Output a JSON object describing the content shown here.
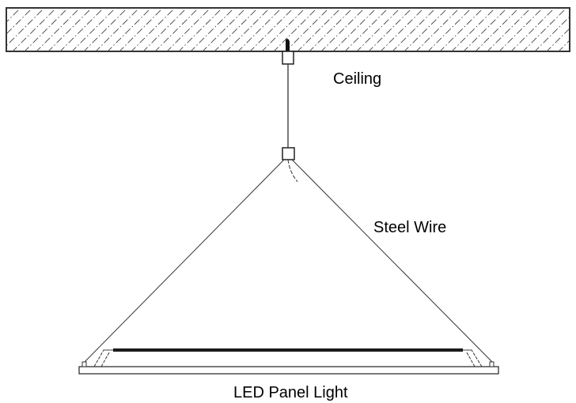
{
  "labels": {
    "ceiling": "Ceiling",
    "steel_wire": "Steel Wire",
    "panel": "LED Panel Light"
  },
  "colors": {
    "line": "#333333",
    "background": "#ffffff",
    "label": "#000000"
  }
}
